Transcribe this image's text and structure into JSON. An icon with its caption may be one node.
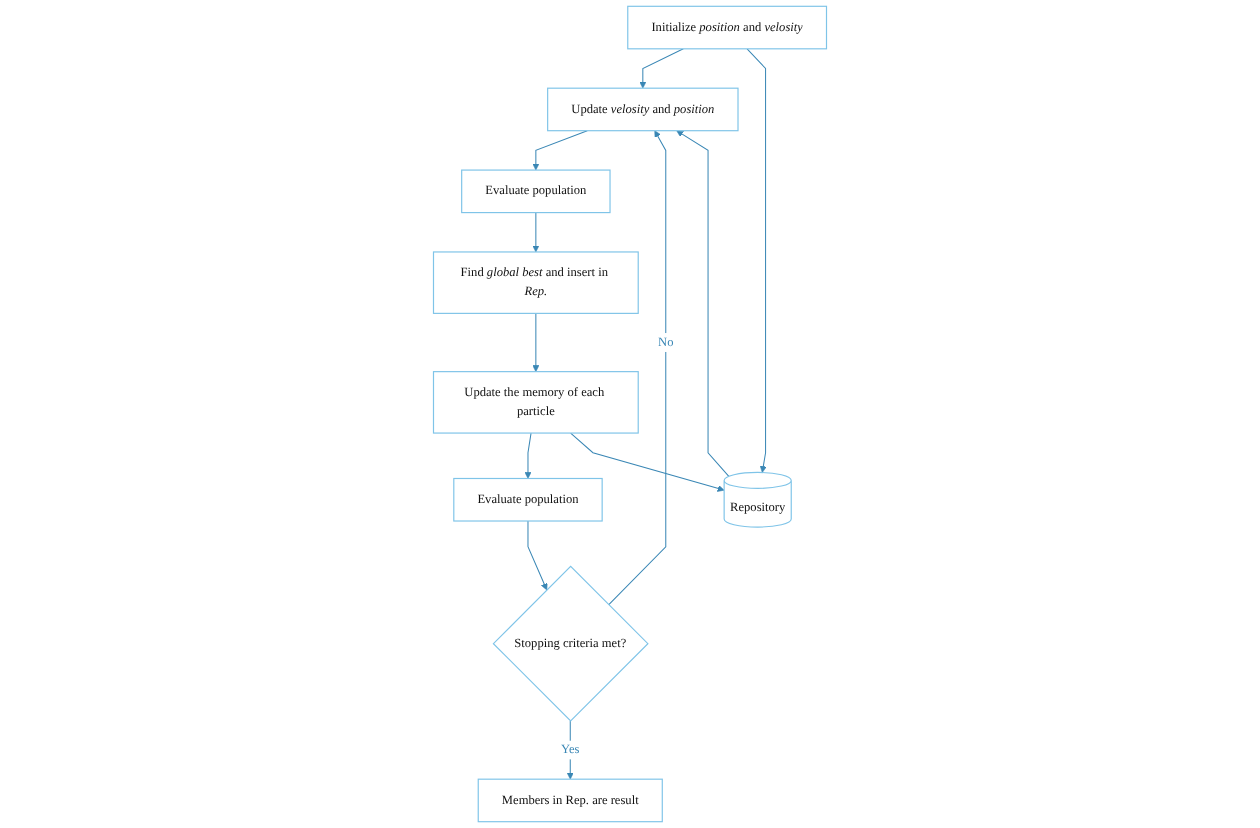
{
  "diagram": {
    "nodes": [
      {
        "text": [
          "Initialize *position* and *velosity*"
        ]
      },
      {
        "text": [
          "Update *velosity* and *position*"
        ]
      },
      {
        "text": [
          "Evaluate population"
        ]
      },
      {
        "text": [
          "Find *global best* and insert in *Rep.*"
        ]
      },
      {
        "text": [
          "Update the memory of each particle"
        ]
      },
      {
        "text": [
          "Evaluate population"
        ]
      },
      {
        "text": [
          "Stopping criteria met?"
        ]
      },
      {
        "text": [
          "Members in Rep. are result"
        ]
      },
      {
        "text": [
          "Repository"
        ]
      }
    ],
    "edges": [
      {
        "from": 0,
        "to": 1,
        "arrow": "to"
      },
      {
        "from": 0,
        "to": 8,
        "arrow": "to"
      },
      {
        "from": 8,
        "to": 1,
        "arrow": "to"
      },
      {
        "from": 1,
        "to": 2,
        "arrow": "to"
      },
      {
        "from": 2,
        "to": 3,
        "arrow": "to"
      },
      {
        "from": 3,
        "to": 4,
        "arrow": "to"
      },
      {
        "from": 4,
        "to": 5,
        "arrow": "to"
      },
      {
        "from": 5,
        "to": 6,
        "arrow": "to"
      },
      {
        "from": 6,
        "to": 7,
        "label": "Yes",
        "arrow": "to"
      },
      {
        "from": 6,
        "to": 1,
        "label": "No",
        "arrow": "to"
      },
      {
        "from": 4,
        "to": 8,
        "arrow": "to"
      }
    ]
  }
}
